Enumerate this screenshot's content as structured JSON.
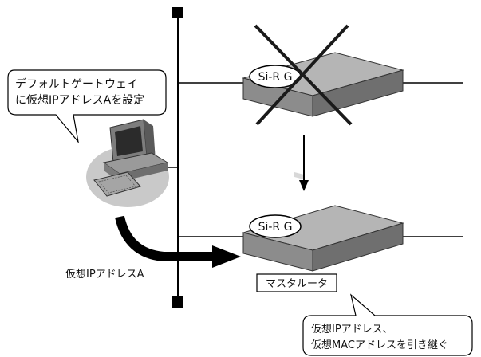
{
  "callout_pc": {
    "line1": "デフォルトゲートウェイ",
    "line2": "に仮想IPアドレスAを設定"
  },
  "router_top": {
    "label": "Si-R G",
    "status": "failed"
  },
  "router_bottom": {
    "label": "Si-R G"
  },
  "master_label": "マスタルータ",
  "arrow_label": "仮想IPアドレスA",
  "callout_inherit": {
    "line1": "仮想IPアドレス、",
    "line2": "仮想MACアドレスを引き継ぐ"
  },
  "colors": {
    "line": "#000000",
    "router_body": "#8c8c8c",
    "router_top_face": "#b5b5b5",
    "pc_shadow": "#c9c9c9",
    "cross": "#1a1a1a"
  },
  "icons": [
    "pc-icon",
    "router-icon",
    "failure-cross-icon",
    "down-arrow-icon",
    "flow-arrow-icon"
  ]
}
